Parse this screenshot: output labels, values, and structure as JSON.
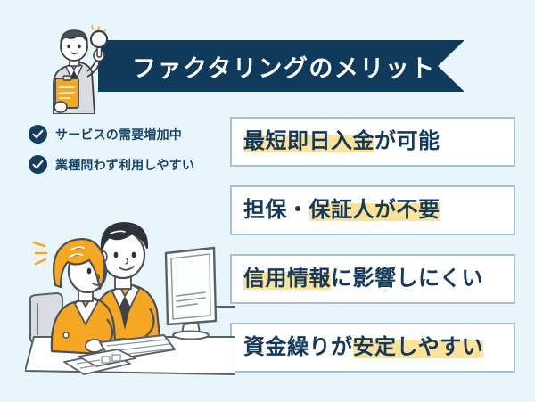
{
  "page": {
    "background_color": "#e8f6fc",
    "navy": "#103a5c",
    "orange": "#f5a623",
    "highlight_yellow": "#fde39a",
    "box_border": "#a9bfd2"
  },
  "banner": {
    "title": "ファクタリングのメリット",
    "background_color": "#103a5c",
    "text_color": "#ffffff",
    "mascot_icon": "businessman-with-magnifier-icon"
  },
  "bullets": {
    "check_icon": "check-icon",
    "items": [
      {
        "label": "サービスの需要増加中"
      },
      {
        "label": "業種問わず利用しやすい"
      }
    ]
  },
  "benefits": {
    "items": [
      {
        "pre": "",
        "highlight": "最短即日入金",
        "post": "が可能"
      },
      {
        "pre": "担保・",
        "highlight": "保証人が不要",
        "post": ""
      },
      {
        "pre": "",
        "highlight": "信用情報",
        "post": "に影響しにくい"
      },
      {
        "pre": "資金繰りが",
        "highlight": "安定しやすい",
        "post": ""
      }
    ]
  },
  "illustration": {
    "name": "two-office-workers-at-computer-illustration",
    "elements": [
      "woman-in-orange-suit",
      "man-in-orange-suit",
      "desktop-monitor",
      "keyboard",
      "documents-on-desk",
      "office-chair",
      "spark-lines"
    ]
  }
}
